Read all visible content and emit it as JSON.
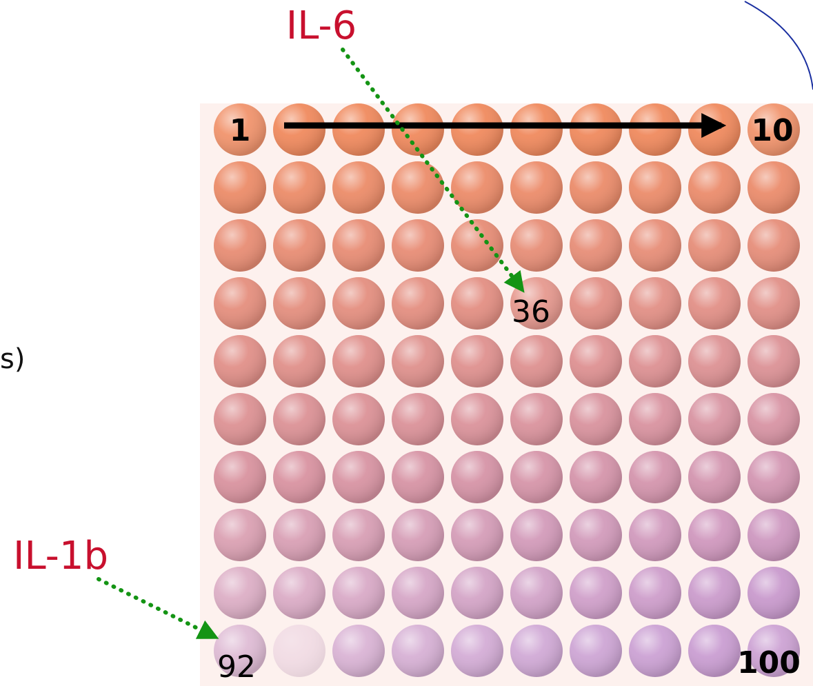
{
  "annotations": {
    "il6": "IL-6",
    "il1b": "IL-1b",
    "partial_text": "s)",
    "start_num": "1",
    "end_row_num": "10",
    "mid_num": "36",
    "left_bottom_num": "92",
    "last_num": "100"
  },
  "grid": {
    "rows": 10,
    "cols": 10,
    "top_color": "#f08a5e",
    "bottom_color": "#c89ad0"
  },
  "colors": {
    "label_red": "#c8102e",
    "arrow_green": "#149414",
    "arrow_black": "#000000",
    "arc_blue": "#1a2fa0"
  }
}
